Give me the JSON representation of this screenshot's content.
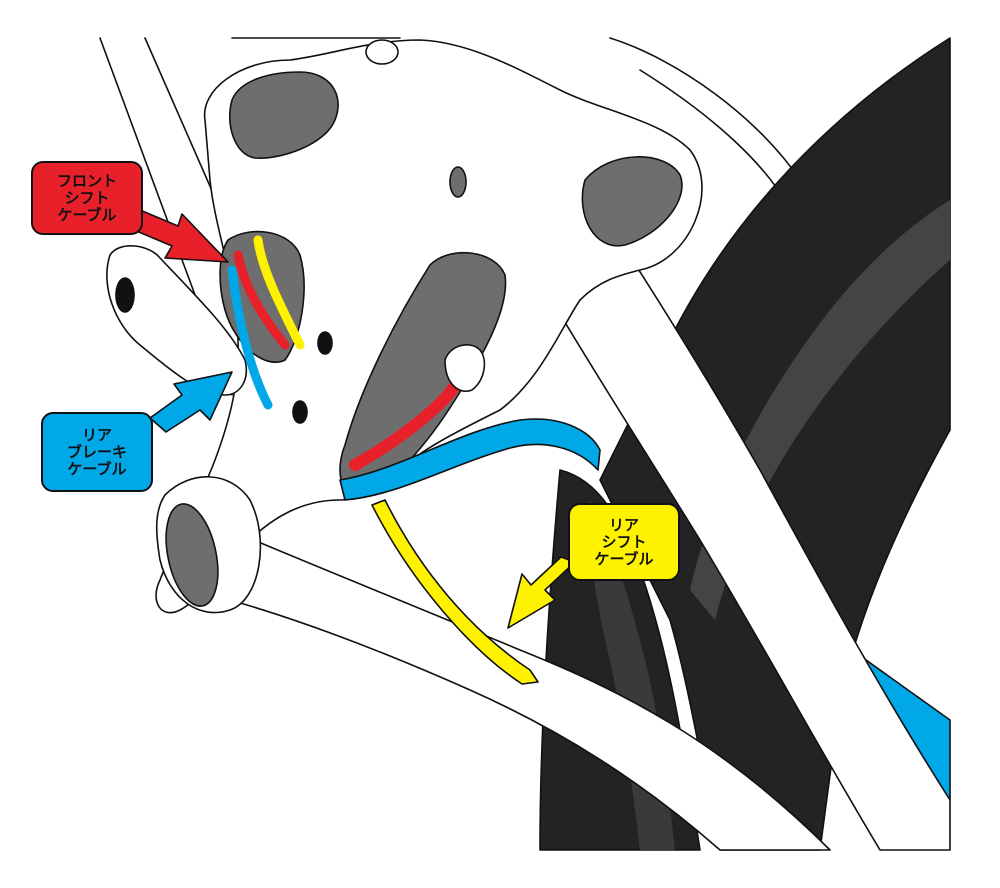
{
  "colors": {
    "front_shift": "#e8202a",
    "rear_brake": "#00a8e8",
    "rear_shift": "#fff200",
    "tire": "#232323",
    "hole": "#6e6e6e",
    "frame": "#ffffff",
    "outline": "#111111"
  },
  "labels": {
    "front_shift": [
      "フロント",
      "シフト",
      "ケーブル"
    ],
    "rear_brake": [
      "リア",
      "ブレーキ",
      "ケーブル"
    ],
    "rear_shift": [
      "リア",
      "シフト",
      "ケーブル"
    ]
  }
}
